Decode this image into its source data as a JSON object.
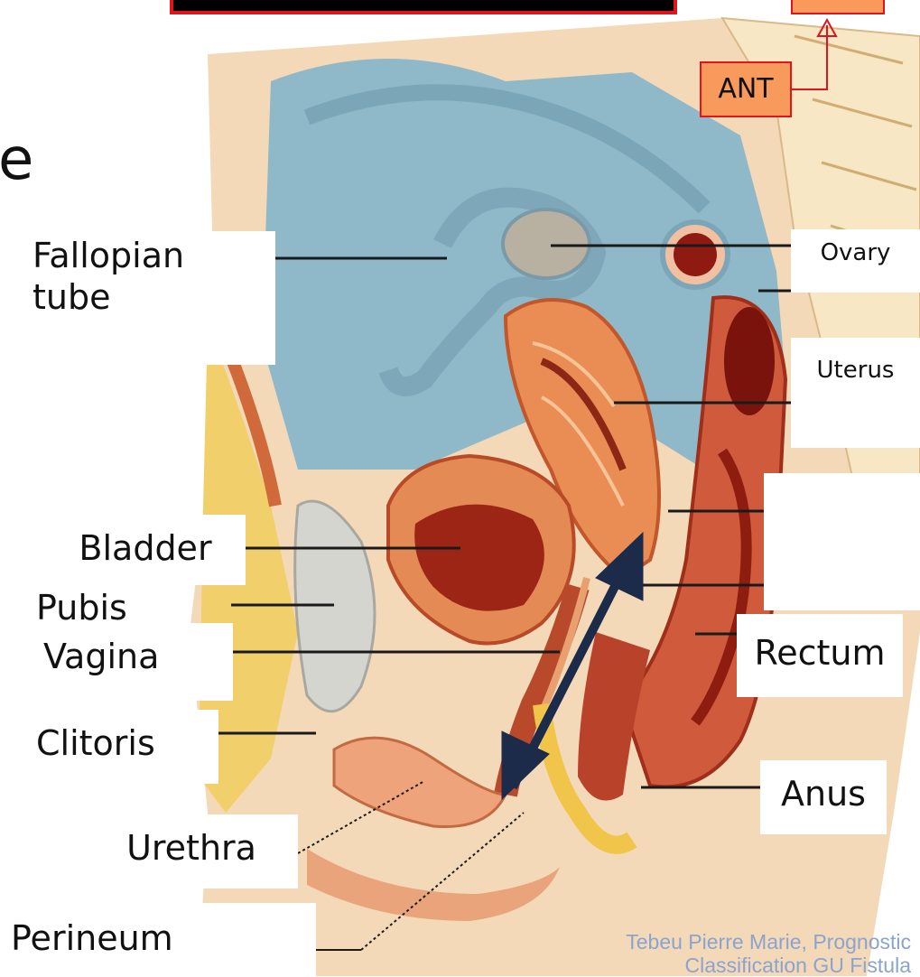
{
  "slide_partial_text": "e",
  "orientation": {
    "ant_label": "ANT"
  },
  "labels": {
    "fallopian_tube": "Fallopian tube",
    "ovary": "Ovary",
    "uterus": "Uterus",
    "bladder": "Bladder",
    "pubis": "Pubis",
    "vagina": "Vagina",
    "rectum": "Rectum",
    "clitoris": "Clitoris",
    "anus": "Anus",
    "urethra": "Urethra",
    "perineum": "Perineum"
  },
  "credit": "Tebeu Pierre Marie, Prognostic Classification GU Fistula",
  "colors": {
    "title_bar_bg": "#000000",
    "title_bar_border": "#e0141b",
    "orientation_box_fill": "#f79a5b",
    "orientation_arrow": "#e0141b",
    "double_arrow": "#1c2b4a",
    "credit_text": "#8aa3cf"
  }
}
